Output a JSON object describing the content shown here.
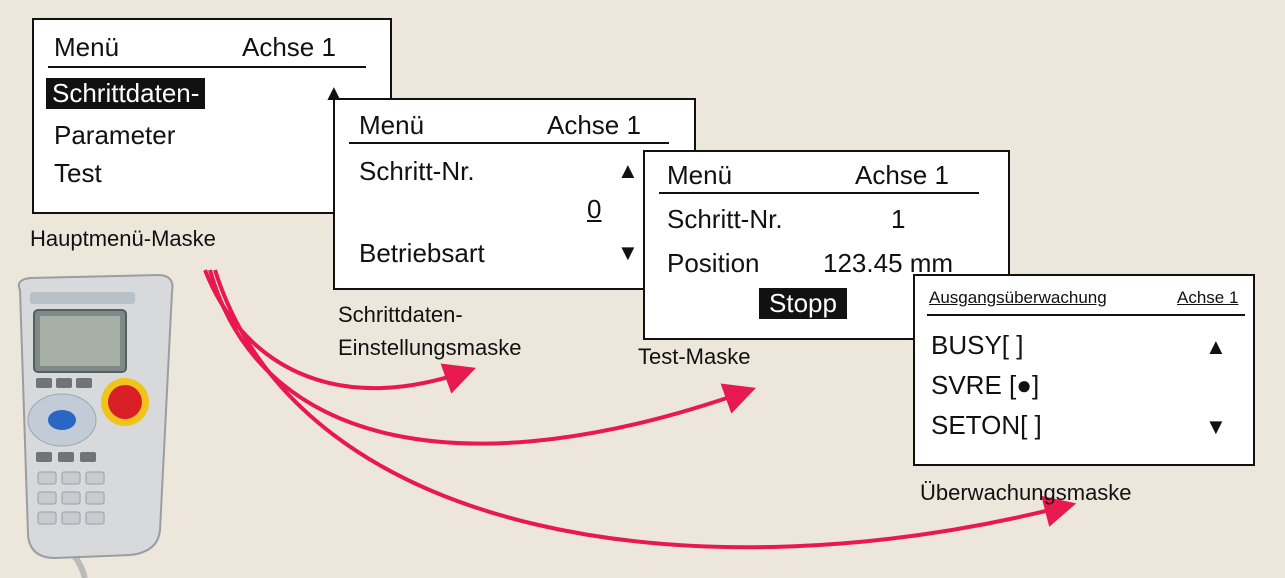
{
  "main_menu": {
    "header_left": "Menü",
    "header_right": "Achse 1",
    "items": [
      "Schrittdaten-",
      "Parameter",
      "Test"
    ],
    "selected_index": 0,
    "caption": "Hauptmenü-Maske"
  },
  "step_data": {
    "header_left": "Menü",
    "header_right": "Achse 1",
    "label_step": "Schritt-Nr.",
    "step_value": "0",
    "label_mode": "Betriebsart",
    "caption_line1": "Schrittdaten-",
    "caption_line2": "Einstellungsmaske"
  },
  "test": {
    "header_left": "Menü",
    "header_right": "Achse 1",
    "label_step": "Schritt-Nr.",
    "step_value": "1",
    "label_position": "Position",
    "position_value": "123.45 mm",
    "stop_label": "Stopp",
    "caption": "Test-Maske"
  },
  "monitor": {
    "header_left": "Ausgangsüberwachung",
    "header_right": "Achse 1",
    "rows": [
      "BUSY[ ]",
      "SVRE [●]",
      "SETON[ ]"
    ],
    "caption": "Überwachungsmaske"
  },
  "icons": {
    "up": "▲",
    "down": "▼"
  },
  "colors": {
    "arrow": "#e8194f",
    "background": "#ede7db"
  }
}
